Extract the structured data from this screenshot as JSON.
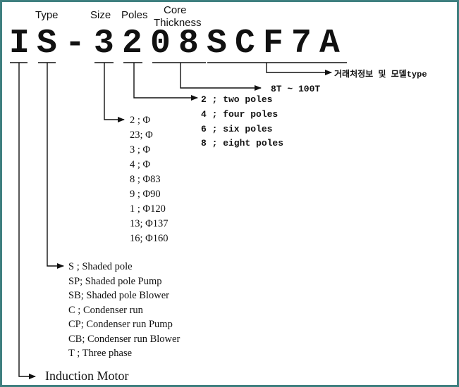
{
  "headers": {
    "type": "Type",
    "size": "Size",
    "poles": "Poles",
    "core_line1": "Core",
    "core_line2": "Thickness"
  },
  "code_chars": [
    "I",
    "S",
    "-",
    "3",
    "2",
    "0",
    "8",
    "S",
    "C",
    "F",
    "7",
    "A"
  ],
  "model_info": "거래처정보 및 모델type",
  "core_range": "8T ~ 100T",
  "poles": [
    "2 ; two poles",
    "4 ; four poles",
    "6 ; six poles",
    "8 ; eight poles"
  ],
  "sizes": [
    "2 ; Φ",
    "23; Φ",
    "3 ; Φ",
    "4 ; Φ",
    "8 ; Φ83",
    "9 ; Φ90",
    "1 ; Φ120",
    "13; Φ137",
    "16; Φ160"
  ],
  "types": [
    "S ; Shaded pole",
    "SP; Shaded pole Pump",
    "SB; Shaded pole Blower",
    "C ; Condenser run",
    "CP; Condenser run Pump",
    "CB; Condenser run Blower",
    "T ; Three phase"
  ],
  "induction_motor": "Induction Motor",
  "colors": {
    "border": "#3f7f7f",
    "ink": "#111111"
  }
}
